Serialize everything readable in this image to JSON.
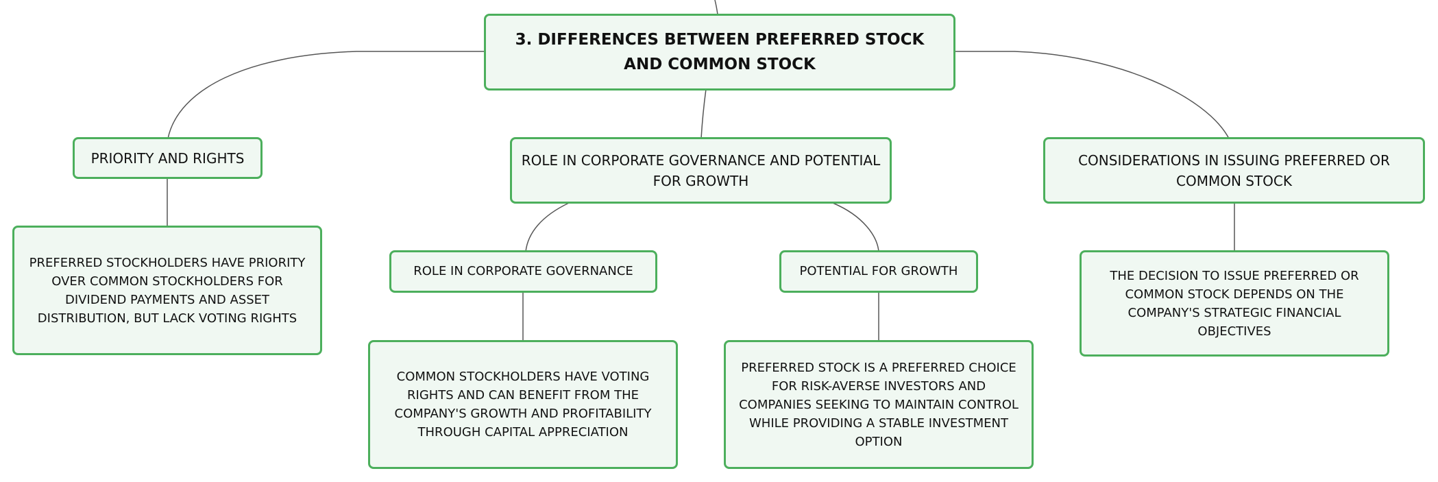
{
  "root": {
    "title": "3. DIFFERENCES BETWEEN PREFERRED STOCK AND COMMON STOCK"
  },
  "branches": {
    "priority": {
      "title": "PRIORITY AND RIGHTS",
      "detail": "PREFERRED STOCKHOLDERS HAVE PRIORITY OVER COMMON STOCKHOLDERS FOR DIVIDEND PAYMENTS AND ASSET DISTRIBUTION, BUT LACK VOTING RIGHTS"
    },
    "governance": {
      "title": "ROLE IN CORPORATE GOVERNANCE AND POTENTIAL FOR GROWTH",
      "role": {
        "title": "ROLE IN CORPORATE GOVERNANCE",
        "detail": "COMMON STOCKHOLDERS HAVE VOTING RIGHTS AND CAN BENEFIT FROM THE COMPANY'S GROWTH AND PROFITABILITY THROUGH CAPITAL APPRECIATION"
      },
      "growth": {
        "title": "POTENTIAL FOR GROWTH",
        "detail": "PREFERRED STOCK IS A PREFERRED CHOICE FOR RISK-AVERSE INVESTORS AND COMPANIES SEEKING TO MAINTAIN CONTROL WHILE PROVIDING A STABLE INVESTMENT OPTION"
      }
    },
    "considerations": {
      "title": "CONSIDERATIONS IN ISSUING PREFERRED OR COMMON STOCK",
      "detail": "THE DECISION TO ISSUE PREFERRED OR COMMON STOCK DEPENDS ON THE COMPANY'S STRATEGIC FINANCIAL OBJECTIVES"
    }
  },
  "colors": {
    "node_border": "#4caf5c",
    "node_fill": "#f0f8f2",
    "connector": "#555555"
  }
}
